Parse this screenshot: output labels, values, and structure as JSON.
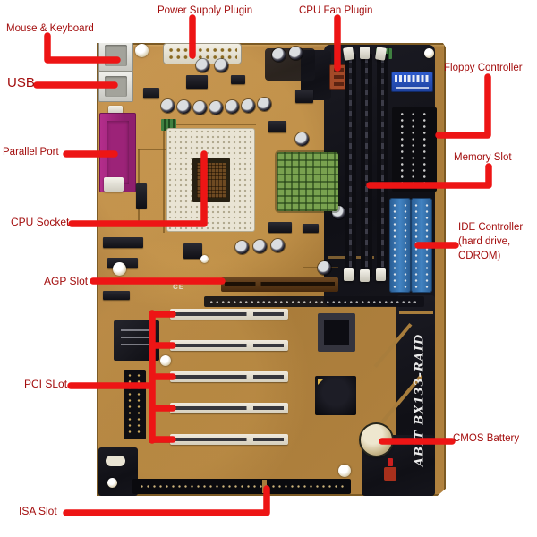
{
  "labels": {
    "mouse_keyboard": "Mouse & Keyboard",
    "power_supply": "Power Supply Plugin",
    "cpu_fan": "CPU Fan Plugin",
    "floppy": "Floppy Controller",
    "usb": "USB",
    "parallel_port": "Parallel Port",
    "cpu_socket": "CPU Socket",
    "memory_slot": "Memory Slot",
    "ide": [
      "IDE Controller",
      "(hard drive,",
      "CDROM)"
    ],
    "agp_slot": "AGP Slot",
    "pci_slot": "PCI SLot",
    "cmos_battery": "CMOS Battery",
    "isa_slot": "ISA Slot"
  },
  "board": {
    "print_text": "ABIT BX133-RAID",
    "ce_mark": "CE"
  },
  "colors": {
    "label_text": "#a30d0d",
    "annotation_line": "#ed1515",
    "board_tan": "#b1823f",
    "pcb_black": "#14141b",
    "ide_blue": "#3a7abd",
    "heatsink_green": "#79a24f",
    "parallel_magenta": "#a8247f",
    "dip_blue": "#2753c0",
    "background": "#ffffff"
  }
}
